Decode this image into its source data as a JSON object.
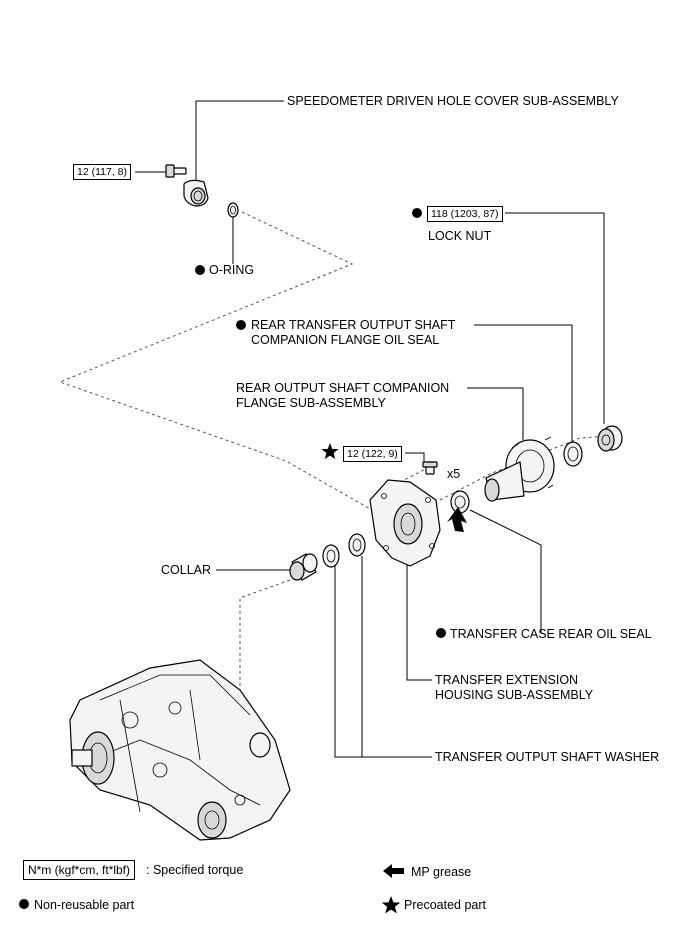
{
  "labels": {
    "speedometer_cover": "SPEEDOMETER DRIVEN HOLE COVER SUB-ASSEMBLY",
    "o_ring": "O-RING",
    "lock_nut": "LOCK NUT",
    "rear_flange_oil_seal_1": "REAR TRANSFER OUTPUT SHAFT",
    "rear_flange_oil_seal_2": "COMPANION FLANGE OIL SEAL",
    "rear_flange_assy_1": "REAR OUTPUT SHAFT COMPANION",
    "rear_flange_assy_2": "FLANGE SUB-ASSEMBLY",
    "collar": "COLLAR",
    "transfer_case_rear_oil_seal": "TRANSFER CASE REAR OIL SEAL",
    "extension_housing_1": "TRANSFER EXTENSION",
    "extension_housing_2": "HOUSING SUB-ASSEMBLY",
    "output_shaft_washer": "TRANSFER OUTPUT SHAFT WASHER",
    "bolt_count": "x5"
  },
  "torques": {
    "speedometer_bolt": "12 (117, 8)",
    "lock_nut": "118 (1203, 87)",
    "extension_bolts": "12 (122, 9)"
  },
  "legend": {
    "torque_box": "N*m (kgf*cm, ft*lbf)",
    "torque_desc": ": Specified torque",
    "mp_grease": "MP grease",
    "non_reusable": "Non-reusable part",
    "precoated": "Precoated part"
  }
}
